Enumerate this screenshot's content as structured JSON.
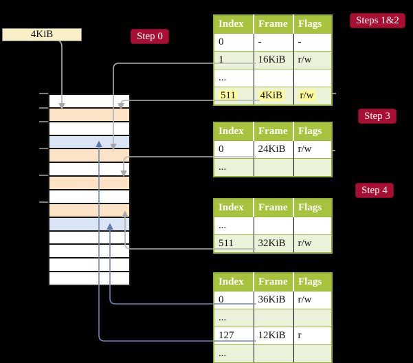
{
  "diagram": {
    "page_box": {
      "label": "4KiB"
    },
    "step_labels": {
      "step0": "Step 0",
      "steps12": "Steps 1&2",
      "step3": "Step 3",
      "step4": "Step 4"
    },
    "colors": {
      "background": "#000000",
      "label_bg": "#a90e33",
      "label_text": "#ffffff",
      "table_header_bg": "#a7c33d",
      "table_border": "#8fae33",
      "table_row_alt_bg": "#ebf2da",
      "highlight_bg": "#fdfa9b",
      "memory_peach": "#fde3c6",
      "memory_blue": "#d9e4f4",
      "page_box_bg": "#faf0c8",
      "gray_arrow": "#b2b2b2",
      "blue_arrow": "#6d89ba"
    },
    "memory_rows": [
      "white",
      "peach",
      "white",
      "blue",
      "peach",
      "white",
      "peach",
      "white",
      "peach",
      "blue",
      "white",
      "white",
      "white",
      "white"
    ],
    "tables": [
      {
        "name": "page table steps 1 and 2",
        "headers": [
          "Index",
          "Frame",
          "Flags"
        ],
        "rows": [
          {
            "cells": [
              "0",
              "-",
              "-"
            ]
          },
          {
            "cells": [
              "1",
              "16KiB",
              "r/w"
            ]
          },
          {
            "cells": [
              "...",
              "",
              ""
            ]
          },
          {
            "cells": [
              "511",
              "4KiB",
              "r/w"
            ],
            "highlight": true
          }
        ]
      },
      {
        "name": "page table step 3",
        "headers": [
          "Index",
          "Frame",
          "Flags"
        ],
        "rows": [
          {
            "cells": [
              "0",
              "24KiB",
              "r/w"
            ]
          },
          {
            "cells": [
              "...",
              "",
              ""
            ]
          }
        ]
      },
      {
        "name": "page table step 4",
        "headers": [
          "Index",
          "Frame",
          "Flags"
        ],
        "rows": [
          {
            "cells": [
              "...",
              "",
              ""
            ]
          },
          {
            "cells": [
              "511",
              "32KiB",
              "r/w"
            ]
          }
        ]
      },
      {
        "name": "final page table",
        "headers": [
          "Index",
          "Frame",
          "Flags"
        ],
        "rows": [
          {
            "cells": [
              "0",
              "36KiB",
              "r/w"
            ]
          },
          {
            "cells": [
              "...",
              "",
              ""
            ]
          },
          {
            "cells": [
              "127",
              "12KiB",
              "r"
            ]
          },
          {
            "cells": [
              "...",
              "",
              ""
            ]
          }
        ]
      }
    ]
  }
}
